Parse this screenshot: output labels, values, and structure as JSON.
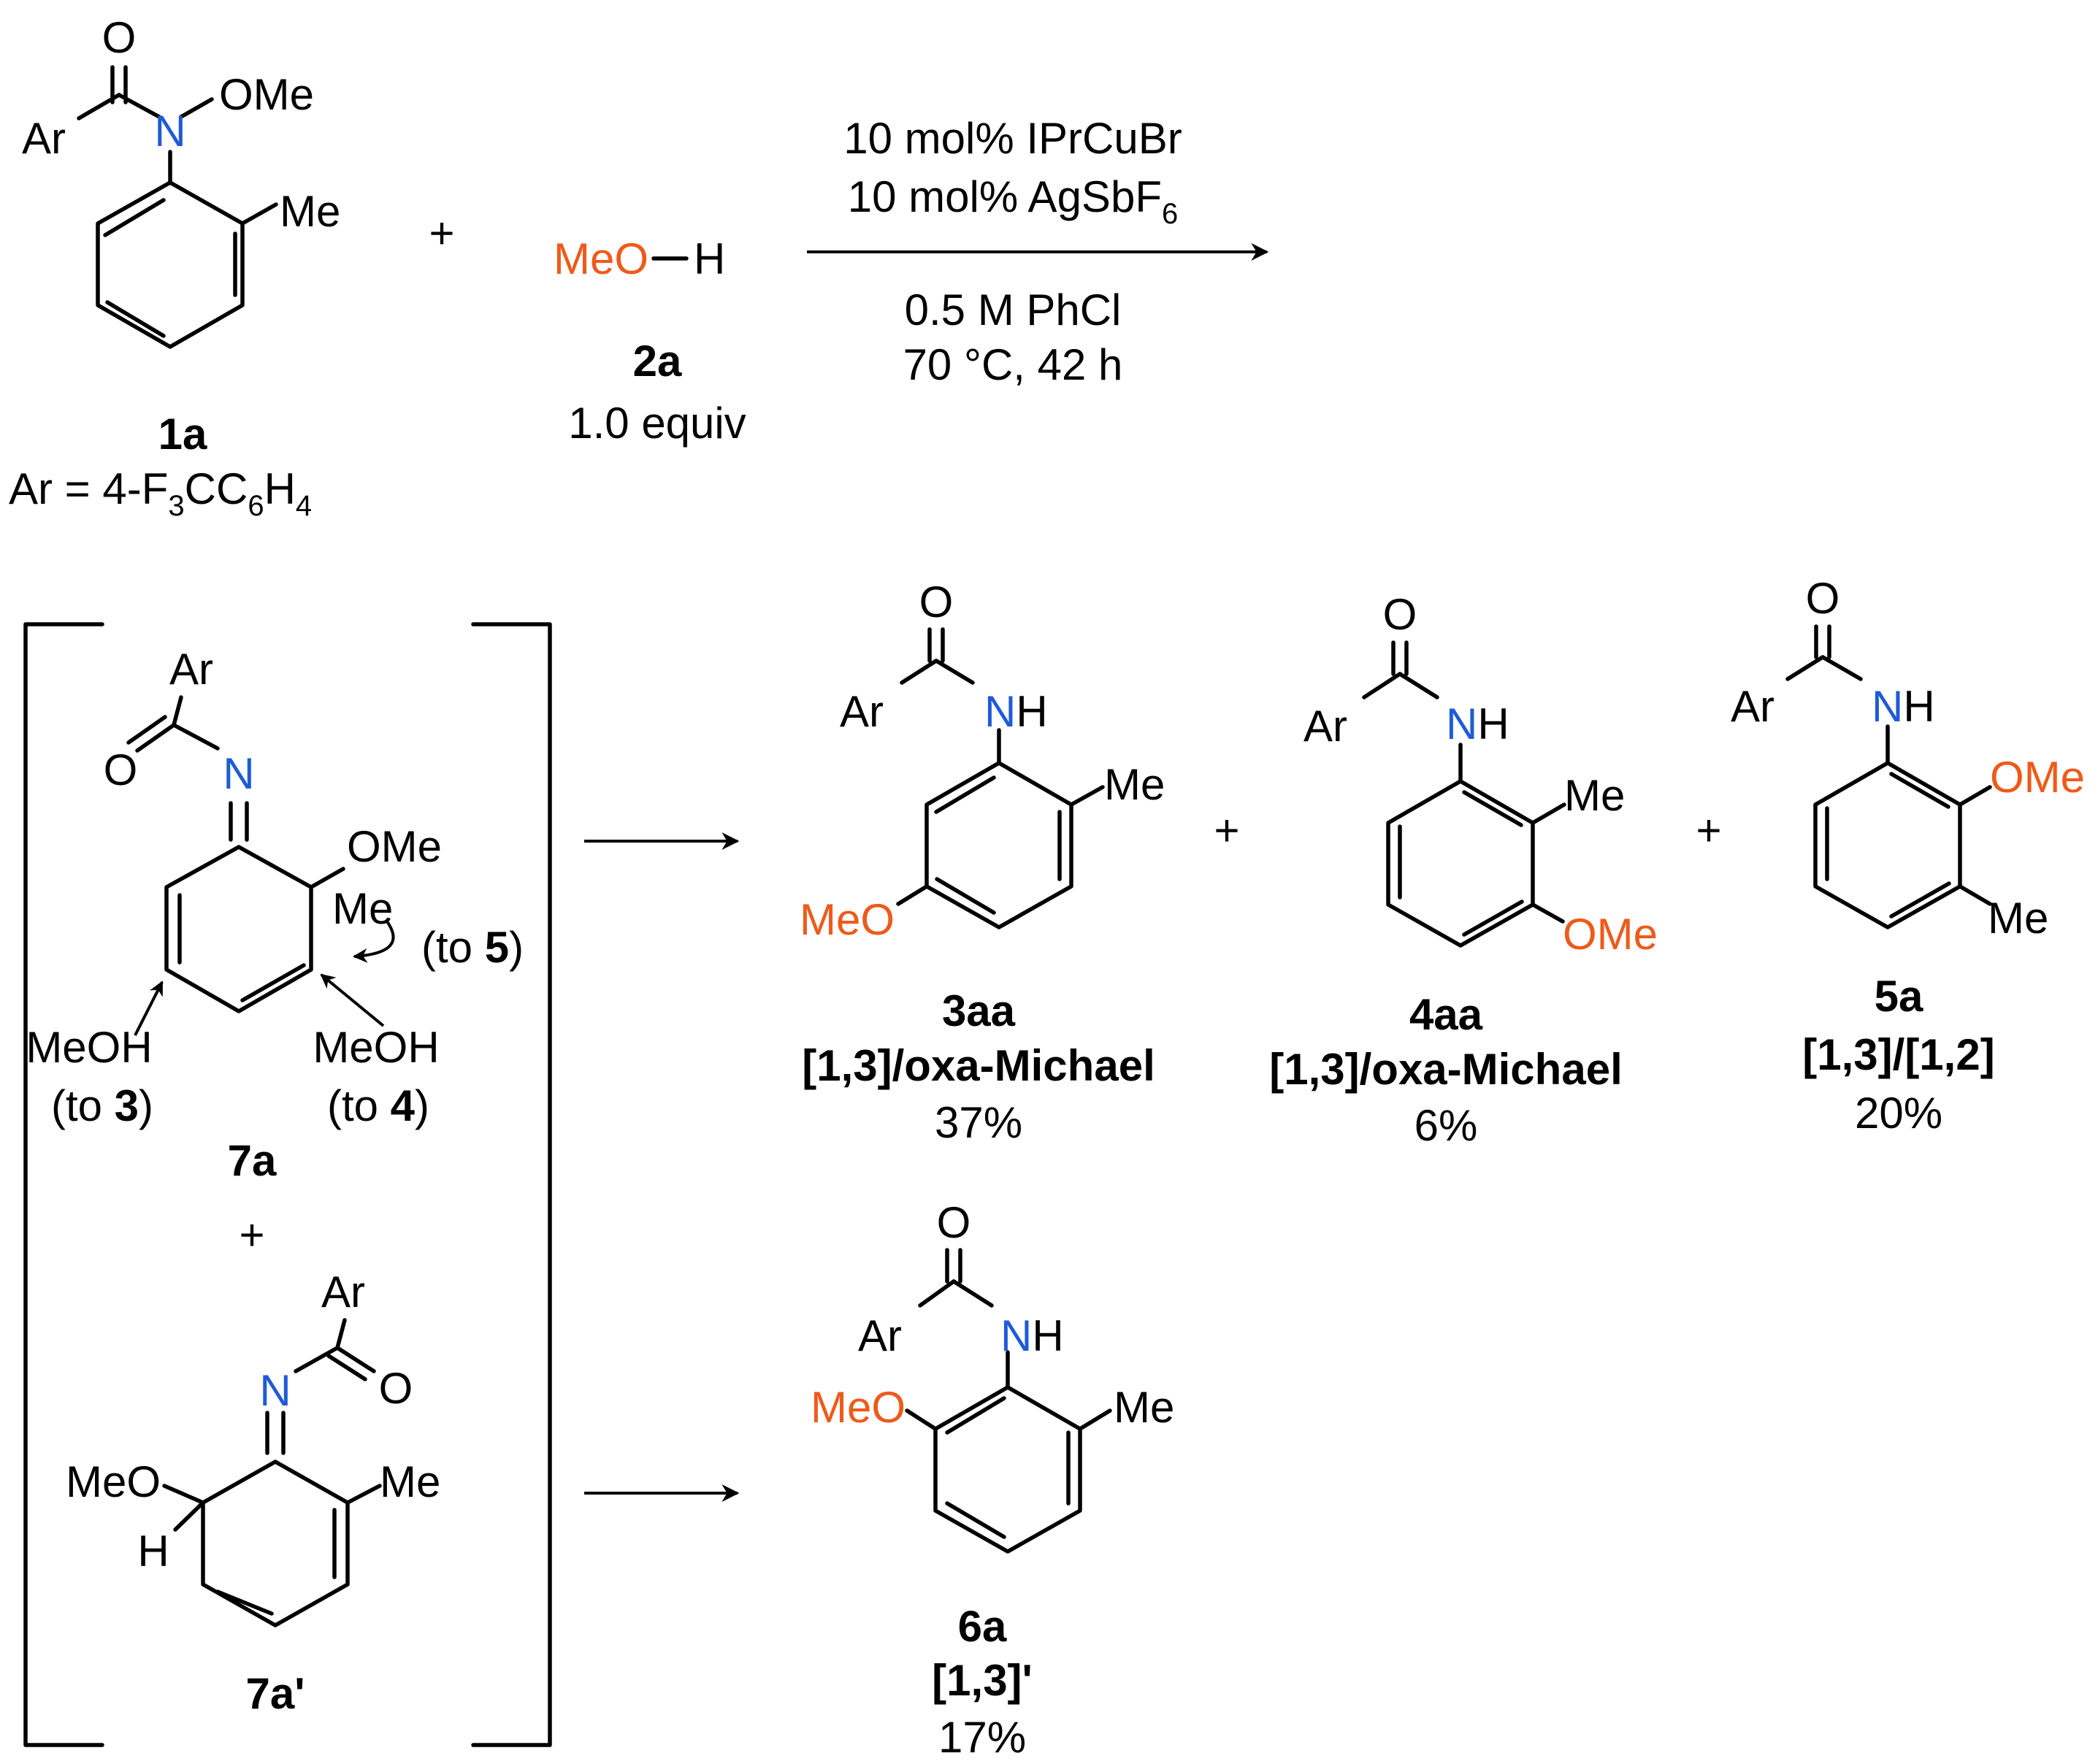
{
  "reagents": {
    "substrate": {
      "id": "1a",
      "groups": {
        "O": "O",
        "Ar": "Ar",
        "N": "N",
        "OMe": "OMe",
        "Me": "Me"
      },
      "ar_def": {
        "prefix": "Ar = 4-F",
        "sub1": "3",
        "mid": "CC",
        "sub2": "6",
        "h": "H",
        "sub3": "4"
      }
    },
    "plus": "+",
    "nucleophile": {
      "meo": "MeO",
      "h": "H",
      "id": "2a",
      "equiv": "1.0 equiv"
    }
  },
  "conditions": {
    "line1": "10 mol% IPrCuBr",
    "line2_main": "10 mol% AgSbF",
    "line2_sub": "6",
    "line3": "0.5 M PhCl",
    "line4": "70 °C, 42 h"
  },
  "intermediates": {
    "i7a": {
      "id": "7a",
      "Ar": "Ar",
      "O": "O",
      "N": "N",
      "OMe": "OMe",
      "Me": "Me",
      "to5_open": "(to ",
      "to5_num": "5",
      "to5_close": ")",
      "meoh_left": "MeOH",
      "to3_open": "(to ",
      "to3_num": "3",
      "to3_close": ")",
      "meoh_right": "MeOH",
      "to4_open": "(to ",
      "to4_num": "4",
      "to4_close": ")"
    },
    "plus": "+",
    "i7a_prime": {
      "id": "7a'",
      "Ar": "Ar",
      "N": "N",
      "O": "O",
      "MeO": "MeO",
      "H": "H",
      "Me": "Me"
    }
  },
  "products": [
    {
      "id": "3aa",
      "type": "[1,3]/oxa-Michael",
      "yield": "37%",
      "O": "O",
      "Ar": "Ar",
      "N": "N",
      "H": "H",
      "Me": "Me",
      "MeO": "MeO"
    },
    {
      "id": "4aa",
      "type": "[1,3]/oxa-Michael",
      "yield": "6%",
      "O": "O",
      "Ar": "Ar",
      "N": "N",
      "H": "H",
      "Me": "Me",
      "OMe": "OMe"
    },
    {
      "id": "5a",
      "type": "[1,3]/[1,2]",
      "yield": "20%",
      "O": "O",
      "Ar": "Ar",
      "N": "N",
      "H": "H",
      "OMe": "OMe",
      "Me": "Me"
    },
    {
      "id": "6a",
      "type": "[1,3]'",
      "yield": "17%",
      "O": "O",
      "Ar": "Ar",
      "N": "N",
      "H": "H",
      "MeO": "MeO",
      "Me": "Me"
    }
  ],
  "plus_signs": [
    "+",
    "+"
  ],
  "colors": {
    "nitrogen": "#1f5bd6",
    "methoxy": "#ee5a19",
    "ink": "#000000"
  }
}
